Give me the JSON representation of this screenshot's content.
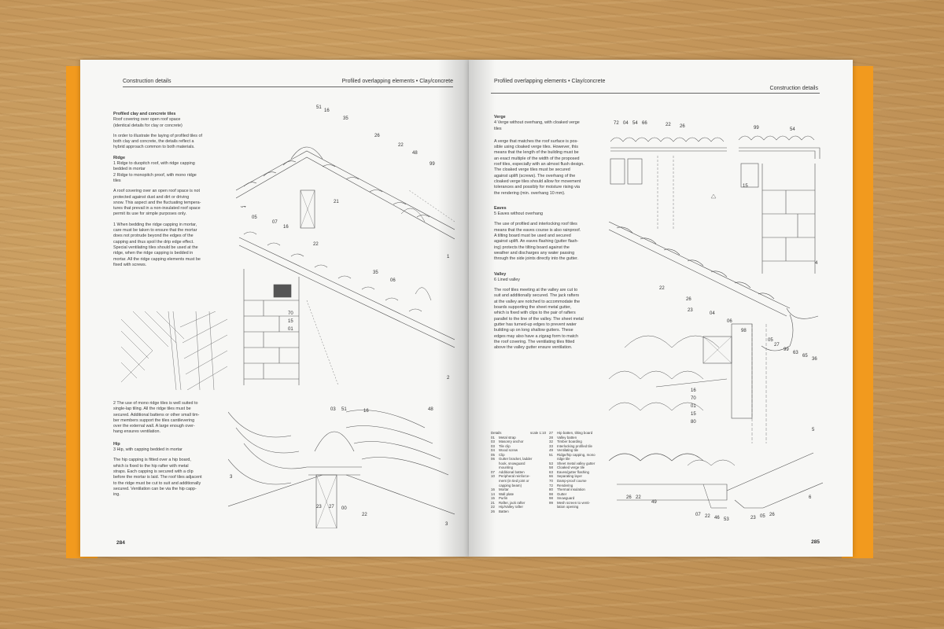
{
  "headers": {
    "left_outer": "Construction details",
    "left_inner": "Profiled overlapping elements • Clay/concrete",
    "right_inner": "Profiled overlapping elements • Clay/concrete",
    "right_outer": "Construction details"
  },
  "page_numbers": {
    "left": "284",
    "right": "285"
  },
  "left_column": {
    "title": "Profiled clay and concrete tiles",
    "subtitle": [
      "Roof covering over open roof space",
      "(identical details for clay or concrete)"
    ],
    "intro": [
      "In order to illustrate the laying of profiled tiles of",
      "both clay and concrete, the details reflect a",
      "hybrid approach common to both materials."
    ],
    "ridge_heading": "Ridge",
    "ridge_items": [
      "1  Ridge to duopitch roof, with ridge capping",
      "bedded in mortar",
      "2  Ridge to monopitch proof, with mono ridge",
      "tiles"
    ],
    "ridge_para": [
      "A roof covering over an open roof space is not",
      "protected against dust and dirt or driving",
      "snow. This aspect and the fluctuating tempera-",
      "tures that prevail in a non-insulated roof space",
      "permit its use for simple purposes only."
    ],
    "ridge_para2": [
      "1  When bedding the ridge capping in mortar,",
      "care must be taken to ensure that the mortar",
      "does not protrude beyond the edges of the",
      "capping and thus spoil the drip edge effect.",
      "Special ventilating tiles should be used at the",
      "ridge, when the ridge capping is bedded in",
      "mortar. All the ridge capping elements must be",
      "fixed with screws."
    ],
    "mono_para": [
      "2  The use of mono ridge tiles is well suited to",
      "single-lap tiling. All the ridge tiles must be",
      "secured. Additional battens or other small tim-",
      "ber members support the tiles cantilevering",
      "over the external wall. A large enough over-",
      "hang ensures ventilation."
    ],
    "hip_heading": "Hip",
    "hip_item": "3  Hip, with capping bedded in mortar",
    "hip_para": [
      "The hip capping is fitted over a hip board,",
      "which is fixed to the hip rafter with metal",
      "straps. Each capping is secured with a clip",
      "before the mortar is laid. The roof tiles adjacent",
      "to the ridge must be cut to suit and additionally",
      "secured. Ventilation can be via the hip capp-",
      "ing."
    ]
  },
  "right_column": {
    "verge_heading": "Verge",
    "verge_item": [
      "4  Verge without overhang, with cloaked verge",
      "tiles"
    ],
    "verge_para": [
      "A verge that matches the roof surface is pos-",
      "sible using cloaked verge tiles. However, this",
      "means that the length of the building must be",
      "an exact multiple of the width of the proposed",
      "roof tiles, especially with an almost flush design.",
      "The cloaked verge tiles must be secured",
      "against uplift (screws). The overhang of the",
      "cloaked verge tiles should allow for movement",
      "tolerances and possibly for moisture rising via",
      "the rendering (min. overhang 10 mm)."
    ],
    "eaves_heading": "Eaves",
    "eaves_item": "5  Eaves without overhang",
    "eaves_para": [
      "The use of profiled and interlocking roof tiles",
      "means that the eaves course is also rainproof.",
      "A tilting board must be used and secured",
      "against uplift. An eaves flashing (gutter flash-",
      "ing) protects the tilting board against the",
      "weather and discharges any water passing",
      "through the side joints directly into the gutter."
    ],
    "valley_heading": "Valley",
    "valley_item": "6  Lined valley",
    "valley_para": [
      "The roof tiles meeting at the valley are cut to",
      "suit and additionally secured. The jack rafters",
      "at the valley are notched to accommodate the",
      "boards supporting the sheet metal gutter,",
      "which is fixed with clips to the pair of rafters",
      "parallel to the line of the valley. The sheet metal",
      "gutter has turned-up edges to prevent water",
      "building up on long shallow gutters. These",
      "edges may also have a zigzag form to match",
      "the roof covering. The ventilating tiles fitted",
      "above the valley gutter ensure ventilation."
    ]
  },
  "legend": {
    "title": "Details",
    "scale": "scale 1:10",
    "col1": [
      [
        "01",
        "Metal strap"
      ],
      [
        "03",
        "Masonry anchor"
      ],
      [
        "03",
        "Tile clip"
      ],
      [
        "04",
        "Wood screw"
      ],
      [
        "05",
        "Clip"
      ],
      [
        "06",
        "Gutter bracket, ladder"
      ],
      [
        "",
        "hook, snowguard"
      ],
      [
        "",
        "mounting"
      ],
      [
        "07",
        "Additional batten"
      ],
      [
        "10",
        "Peripheral reinforce-"
      ],
      [
        "",
        "ment (in tied joint or"
      ],
      [
        "",
        "capping beam)"
      ],
      [
        "16",
        "Mortar"
      ],
      [
        "14",
        "Wall plate"
      ],
      [
        "15",
        "Purlin"
      ],
      [
        "21",
        "Rafter, jack rafter"
      ],
      [
        "22",
        "Hip/Valley rafter"
      ],
      [
        "26",
        "Batten"
      ]
    ],
    "col2": [
      [
        "27",
        "Hip batten, tilting board"
      ],
      [
        "28",
        "Valley batten"
      ],
      [
        "32",
        "Timber boarding"
      ],
      [
        "33",
        "Interlocking profiled tile"
      ],
      [
        "49",
        "Ventilating tile"
      ],
      [
        "51",
        "Ridge/hip capping, mono"
      ],
      [
        "",
        "ridge tile"
      ],
      [
        "53",
        "Sheet metal valley gutter"
      ],
      [
        "58",
        "Cloaked verge tile"
      ],
      [
        "63",
        "Eaves/gutter flashing"
      ],
      [
        "66",
        "Separating layer"
      ],
      [
        "70",
        "Damp-proof course"
      ],
      [
        "72",
        "Rendering"
      ],
      [
        "80",
        "Thermal insulation"
      ],
      [
        "98",
        "Gutter"
      ],
      [
        "98",
        "Snowguard"
      ],
      [
        "99",
        "Mesh screen to venti-"
      ],
      [
        "",
        "lation opening"
      ]
    ]
  },
  "figures": {
    "fig1": {
      "number": "1",
      "labels": [
        "51",
        "16",
        "35",
        "26",
        "22",
        "48",
        "99",
        "21"
      ]
    },
    "fig2": {
      "number": "2",
      "labels": [
        "04",
        "05",
        "07",
        "16",
        "22",
        "35",
        "06",
        "70",
        "15",
        "01"
      ]
    },
    "fig3": {
      "number": "3",
      "labels": [
        "03",
        "51",
        "16",
        "48",
        "23",
        "27",
        "00",
        "22",
        "3"
      ]
    },
    "fig4": {
      "number": "4",
      "labels": [
        "72",
        "04",
        "54",
        "66",
        "22",
        "26",
        "99",
        "54",
        "15"
      ]
    },
    "fig5": {
      "number": "5",
      "labels": [
        "22",
        "26",
        "23",
        "04",
        "06",
        "98",
        "05",
        "27",
        "99",
        "63",
        "65",
        "36",
        "16",
        "70",
        "01",
        "15",
        "80"
      ]
    },
    "fig6": {
      "number": "6",
      "labels": [
        "26",
        "22",
        "49",
        "07",
        "22",
        "46",
        "53",
        "23",
        "05",
        "26"
      ]
    }
  }
}
